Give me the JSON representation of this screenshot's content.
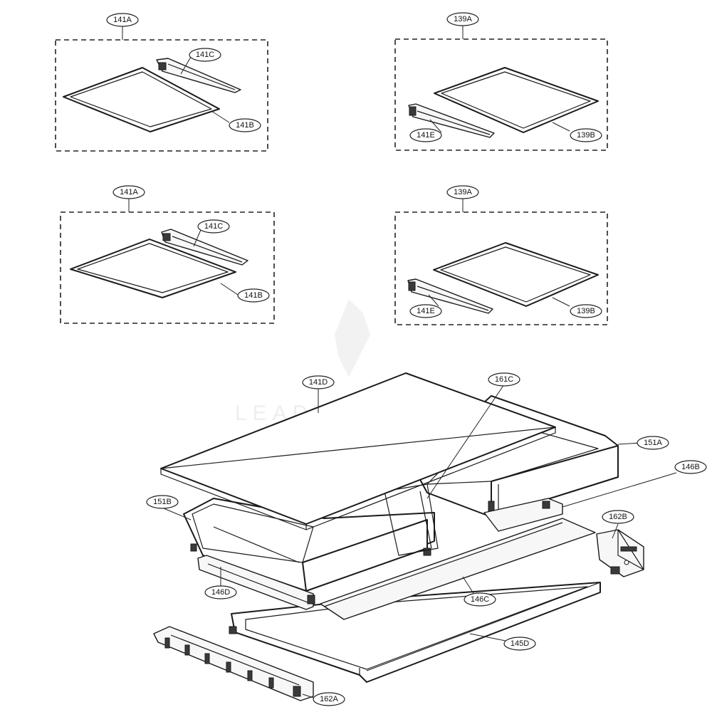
{
  "callouts": {
    "c141a_1": "141A",
    "c141c_1": "141C",
    "c141b_1": "141B",
    "c139a_1": "139A",
    "c141e_1": "141E",
    "c139b_1": "139B",
    "c141a_2": "141A",
    "c141c_2": "141C",
    "c141b_2": "141B",
    "c139a_2": "139A",
    "c141e_2": "141E",
    "c139b_2": "139B",
    "c141d": "141D",
    "c161c": "161C",
    "c151a": "151A",
    "c146b": "146B",
    "c151b": "151B",
    "c162b": "162B",
    "c146d": "146D",
    "c146c": "146C",
    "c145d": "145D",
    "c162a": "162A"
  },
  "watermark_text": "LEADVENTURE"
}
